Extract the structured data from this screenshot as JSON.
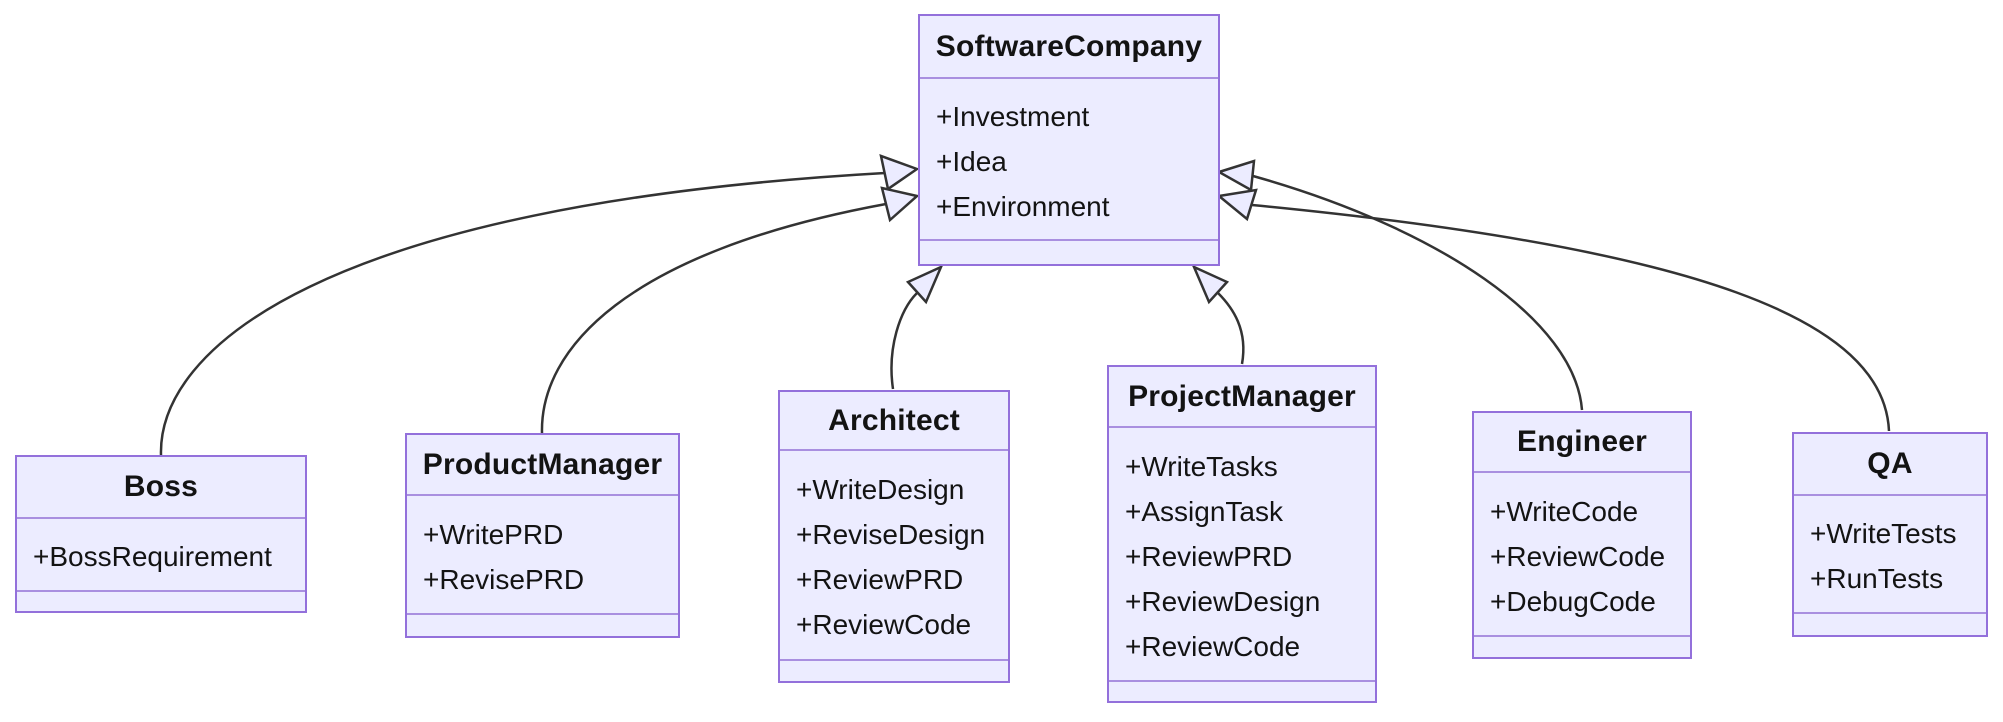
{
  "diagram": {
    "kind": "uml-class-diagram",
    "classes": [
      {
        "name": "SoftwareCompany",
        "attributes": [
          "+Investment",
          "+Idea",
          "+Environment"
        ],
        "methods": []
      },
      {
        "name": "Boss",
        "attributes": [
          "+BossRequirement"
        ],
        "methods": []
      },
      {
        "name": "ProductManager",
        "attributes": [
          "+WritePRD",
          "+RevisePRD"
        ],
        "methods": []
      },
      {
        "name": "Architect",
        "attributes": [
          "+WriteDesign",
          "+ReviseDesign",
          "+ReviewPRD",
          "+ReviewCode"
        ],
        "methods": []
      },
      {
        "name": "ProjectManager",
        "attributes": [
          "+WriteTasks",
          "+AssignTask",
          "+ReviewPRD",
          "+ReviewDesign",
          "+ReviewCode"
        ],
        "methods": []
      },
      {
        "name": "Engineer",
        "attributes": [
          "+WriteCode",
          "+ReviewCode",
          "+DebugCode"
        ],
        "methods": []
      },
      {
        "name": "QA",
        "attributes": [
          "+WriteTests",
          "+RunTests"
        ],
        "methods": []
      }
    ],
    "relations": [
      {
        "from": "Boss",
        "to": "SoftwareCompany",
        "type": "inheritance"
      },
      {
        "from": "ProductManager",
        "to": "SoftwareCompany",
        "type": "inheritance"
      },
      {
        "from": "Architect",
        "to": "SoftwareCompany",
        "type": "inheritance"
      },
      {
        "from": "ProjectManager",
        "to": "SoftwareCompany",
        "type": "inheritance"
      },
      {
        "from": "Engineer",
        "to": "SoftwareCompany",
        "type": "inheritance"
      },
      {
        "from": "QA",
        "to": "SoftwareCompany",
        "type": "inheritance"
      }
    ],
    "colors": {
      "node_fill": "#ECECFF",
      "node_border": "#9370DB",
      "edge_stroke": "#333333",
      "text": "#131313",
      "background": "#FFFFFF"
    }
  }
}
